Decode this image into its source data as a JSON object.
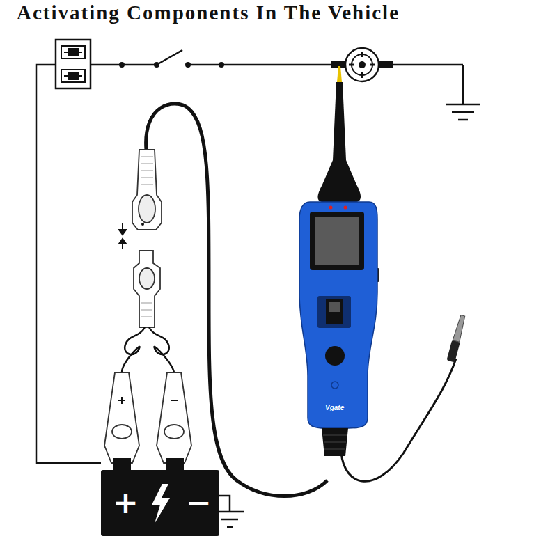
{
  "diagram": {
    "title": "Activating Components In The Vehicle",
    "labels": [
      "Vgate",
      "+",
      "−"
    ]
  }
}
